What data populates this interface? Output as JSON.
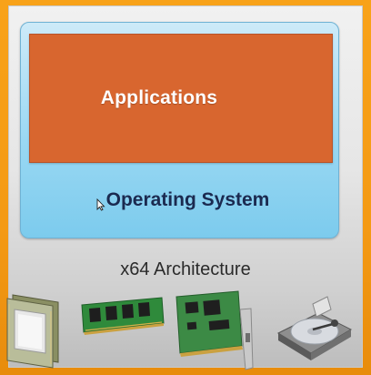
{
  "diagram": {
    "applications_label": "Applications",
    "os_label": "Operating System",
    "architecture_label": "x64 Architecture"
  },
  "hardware": [
    {
      "icon": "cpu-chip-icon"
    },
    {
      "icon": "memory-module-icon"
    },
    {
      "icon": "expansion-card-icon"
    },
    {
      "icon": "hard-drive-icon"
    }
  ],
  "colors": {
    "background": "#f59d16",
    "applications": "#d8662f",
    "operating_system": "#9ad8f3",
    "architecture": "#e6e6e6"
  }
}
